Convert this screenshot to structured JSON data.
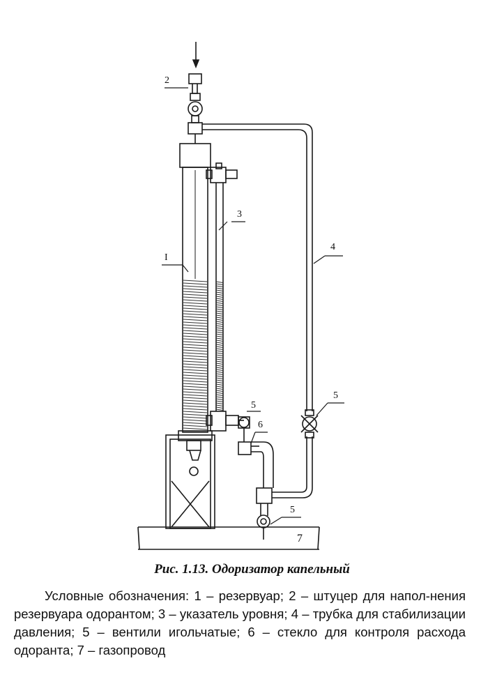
{
  "figure": {
    "labels": {
      "l2": "2",
      "l3": "3",
      "l1": "I",
      "l4": "4",
      "l5a": "5",
      "l6": "6",
      "l5b": "5",
      "l7": "7"
    },
    "caption": "Рис. 1.13. Одоризатор капельный",
    "legend": "Условные обозначения: 1 – резервуар; 2 – штуцер для напол-нения резервуара одорантом; 3 – указатель уровня; 4 – трубка для стабилизации давления; 5 – вентили игольчатые; 6 – стекло для контроля расхода одоранта; 7 – газопровод"
  }
}
